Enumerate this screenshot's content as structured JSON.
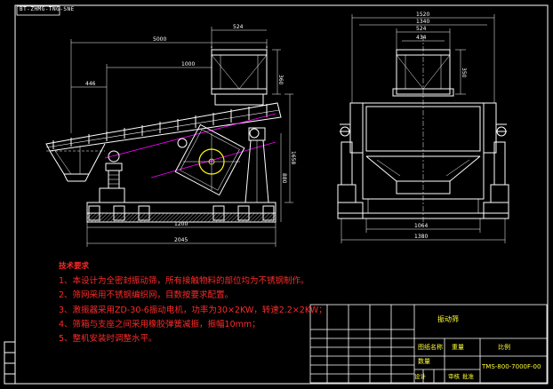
{
  "drawing": {
    "corner_label": "BT-ZHMG-TNG-SNE",
    "colors": {
      "background": "#000000",
      "frame": "#ffffff",
      "outline": "#ffffff",
      "dimension": "#ffffff",
      "notes": "#ff2a2a",
      "table_text": "#ffff33",
      "centerline": "#ff00ff",
      "motor_circle": "#ffff00",
      "member": "#00ffff"
    },
    "dimensions": {
      "side_view": {
        "overall_length": "5000",
        "inner_length": "1000",
        "left_offset": "446",
        "top_width": "524",
        "inlet_height": "360",
        "total_height": "1658",
        "right_height": "880",
        "base_length": "1200",
        "bottom_length": "2045"
      },
      "front_view": {
        "overall_width": "1520",
        "mid_width": "1340",
        "inlet_outer": "524",
        "inlet_inner": "434",
        "height": "350",
        "inner_span": "1064",
        "outer_span": "1380"
      }
    },
    "notes": {
      "title": "技术要求",
      "items": [
        "1、本设计为全密封振动筛，所有接触物料的部位均为不锈钢制作。",
        "2、筛网采用不锈钢编织网，目数按要求配置。",
        "3、激振器采用ZD-30-6振动电机，功率为30×2KW，转速2.2×2KW；",
        "4、筛箱与支座之间采用橡胶弹簧减振，振幅10mm；",
        "5、整机安装时调整水平。"
      ]
    },
    "title_block": {
      "drawing_name": "振动筛",
      "cell_1": "图纸名称",
      "cell_2": "比例",
      "cell_3": "重量",
      "drawing_number": "TMS-800-7000F-00",
      "material": "数量",
      "designer": "设计",
      "checker": "审核",
      "approver": "批准"
    }
  }
}
